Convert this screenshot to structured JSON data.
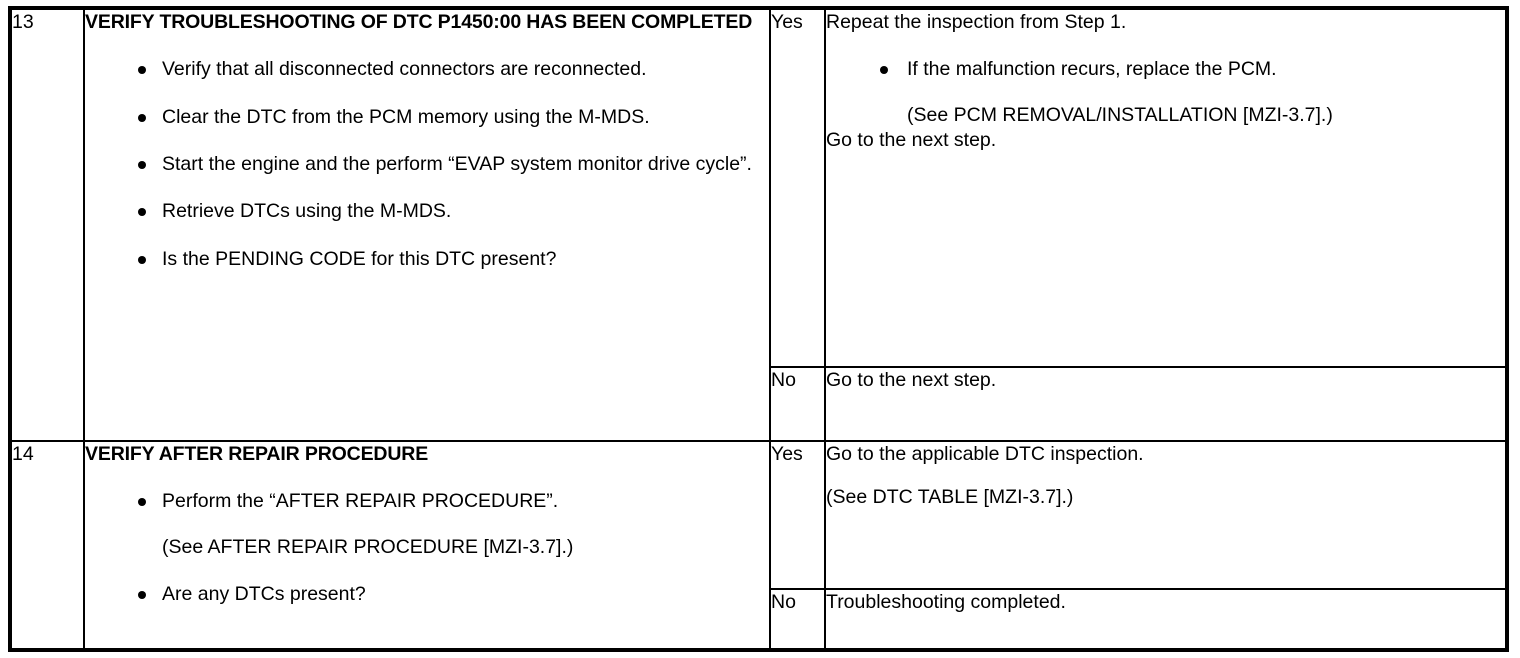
{
  "table": {
    "rows": [
      {
        "step": "13",
        "action": {
          "title": "VERIFY TROUBLESHOOTING OF DTC P1450:00 HAS BEEN COMPLETED",
          "bullets": [
            "Verify that all disconnected connectors are reconnected.",
            "Clear the DTC from the PCM memory using the M-MDS.",
            "Start the engine and the perform “EVAP system monitor drive cycle”.",
            "Retrieve DTCs using the M-MDS.",
            "Is the PENDING CODE for this DTC present?"
          ]
        },
        "yes": {
          "label": "Yes",
          "lead": "Repeat the inspection from Step 1.",
          "bullet": "If the malfunction recurs, replace the PCM.",
          "reference": "(See PCM REMOVAL/INSTALLATION [MZI-3.7].)",
          "trailer": "Go to the next step."
        },
        "no": {
          "label": "No",
          "text": "Go to the next step."
        }
      },
      {
        "step": "14",
        "action": {
          "title": "VERIFY AFTER REPAIR PROCEDURE",
          "bullet1": "Perform the “AFTER REPAIR PROCEDURE”.",
          "reference": "(See AFTER REPAIR PROCEDURE [MZI-3.7].)",
          "bullet2": "Are any DTCs present?"
        },
        "yes": {
          "label": "Yes",
          "lead": "Go to the applicable DTC inspection.",
          "reference": "(See DTC TABLE [MZI-3.7].)"
        },
        "no": {
          "label": "No",
          "text": "Troubleshooting completed."
        }
      }
    ]
  },
  "colors": {
    "border": "#000000",
    "text": "#000000",
    "background": "#ffffff"
  }
}
